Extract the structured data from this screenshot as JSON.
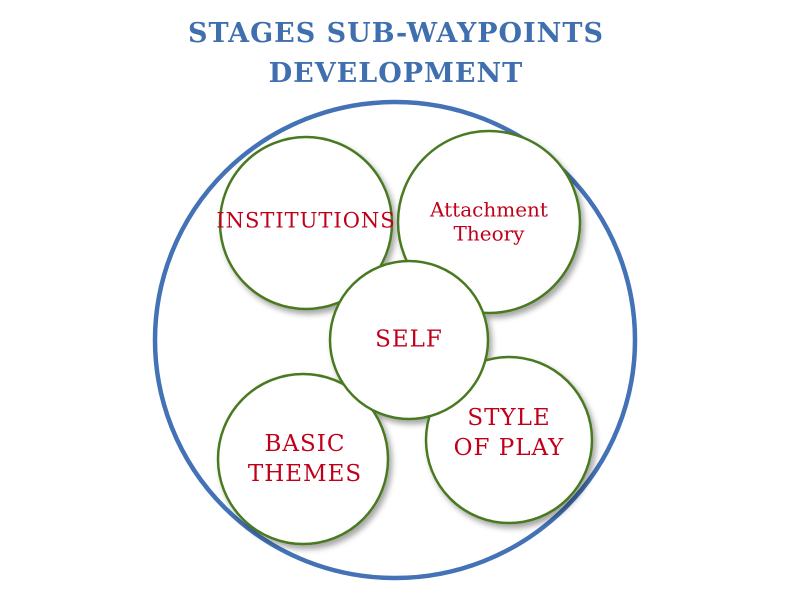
{
  "title": {
    "line1": "STAGES SUB-WAYPOINTS",
    "line2": "DEVELOPMENT"
  },
  "nodes": {
    "institutions": {
      "line1": "INSTITUTIONS"
    },
    "attachment": {
      "line1": "Attachment",
      "line2": "Theory"
    },
    "self": {
      "line1": "SELF"
    },
    "basic_themes": {
      "line1": "BASIC",
      "line2": "THEMES"
    },
    "style_of_play": {
      "line1": "STYLE",
      "line2": "OF PLAY"
    }
  },
  "colors": {
    "title": "#3f6fae",
    "outer_circle": "#4472b6",
    "inner_circle": "#4a7a22",
    "label_text": "#c0001a"
  }
}
